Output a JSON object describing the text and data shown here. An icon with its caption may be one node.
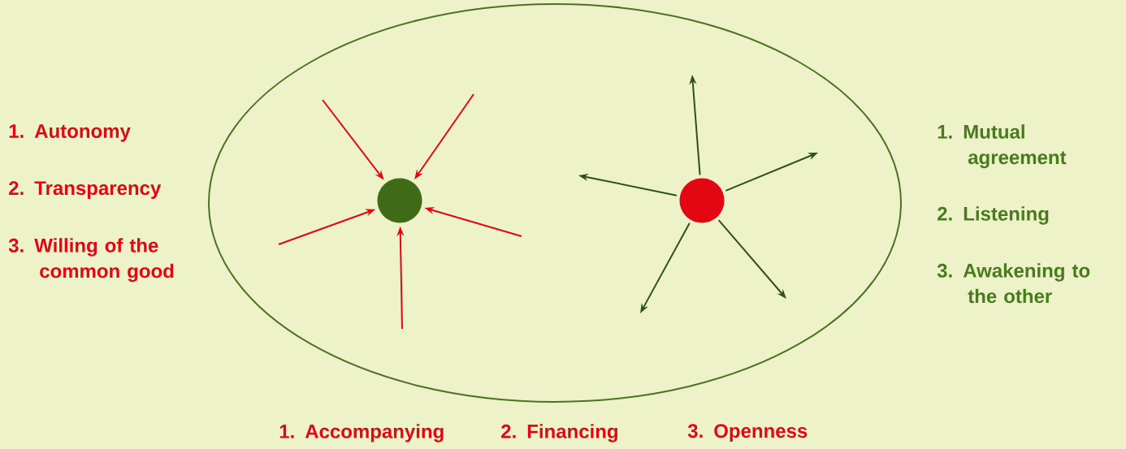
{
  "diagram": {
    "nodes": [
      {
        "text": [],
        "shape": "ellipse"
      },
      {
        "text": [],
        "shape": "circle",
        "in": 0
      },
      {
        "text": [],
        "shape": "circle",
        "in": 0
      }
    ],
    "edges": [
      {
        "from": null,
        "to": 1,
        "arrow": "to",
        "color": "#e30613"
      },
      {
        "from": null,
        "to": 1,
        "arrow": "to",
        "color": "#e30613"
      },
      {
        "from": null,
        "to": 1,
        "arrow": "to",
        "color": "#e30613"
      },
      {
        "from": null,
        "to": 1,
        "arrow": "to",
        "color": "#e30613"
      },
      {
        "from": null,
        "to": 1,
        "arrow": "to",
        "color": "#e30613"
      },
      {
        "from": 2,
        "to": null,
        "arrow": "to",
        "color": "#2f5212"
      },
      {
        "from": 2,
        "to": null,
        "arrow": "to",
        "color": "#2f5212"
      },
      {
        "from": 2,
        "to": null,
        "arrow": "to",
        "color": "#2f5212"
      },
      {
        "from": 2,
        "to": null,
        "arrow": "to",
        "color": "#2f5212"
      },
      {
        "from": 2,
        "to": null,
        "arrow": "to",
        "color": "#2f5212"
      }
    ],
    "labels": [
      "1. Autonomy",
      "2. Transparency",
      "3. Willing of the common good",
      "1. Mutual agreement",
      "2. Listening",
      "3. Awakening to the other",
      "1. Accompanying",
      "2. Financing",
      "3. Openness"
    ]
  }
}
